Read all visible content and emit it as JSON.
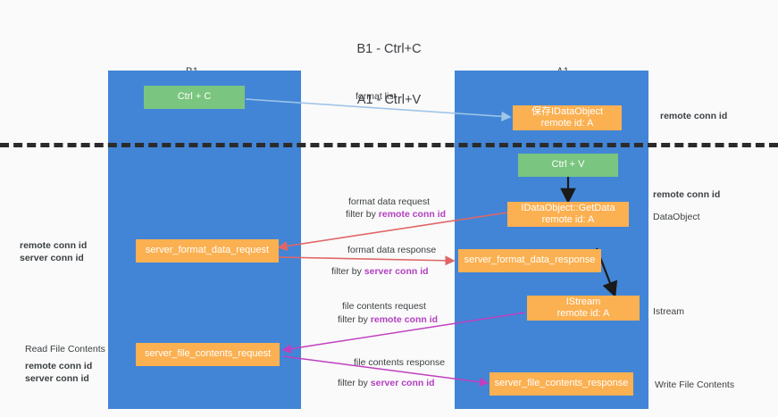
{
  "title": {
    "line1": "B1 - Ctrl+C",
    "line2": "A1 - Ctrl+V"
  },
  "columns": [
    {
      "name": "B1",
      "role": "connection"
    },
    {
      "name": "A1",
      "role": "remote"
    }
  ],
  "colors": {
    "lane": "#4285d6",
    "box_green": "#7ac57f",
    "box_orange": "#fbb051",
    "remote_conn_id": "#b23fc0",
    "server_conn_id": "#6aa84f",
    "arrow_blue": "#9fc5e8",
    "arrow_red": "#e06666",
    "arrow_magenta": "#c13fbf",
    "arrow_black": "#1a1a1a",
    "divider": "#2b2b2b",
    "background": "#fafafa"
  },
  "boxes": {
    "ctrl_c": "Ctrl + C",
    "ctrl_v": "Ctrl + V",
    "save_idataobject_l1": "保存IDataObject",
    "save_idataobject_l2": "remote id: A",
    "getdata_l1": "IDataObject::GetData",
    "getdata_l2": "remote id: A",
    "istream_l1": "IStream",
    "istream_l2": "remote id: A",
    "server_format_data_request": "server_format_data_request",
    "server_format_data_response": "server_format_data_response",
    "server_file_contents_request": "server_file_contents_request",
    "server_file_contents_response": "server_file_contents_response"
  },
  "edge_labels": {
    "format_list": "format list",
    "format_data_request": "format data request",
    "format_data_request_filter_prefix": "filter by ",
    "format_data_request_filter_key": "remote conn id",
    "format_data_response": "format data response",
    "format_data_response_filter_prefix": "filter by ",
    "format_data_response_filter_key": "server conn id",
    "file_contents_request": "file contents request",
    "file_contents_request_filter_prefix": "filter by ",
    "file_contents_request_filter_key": "remote conn id",
    "file_contents_response": "file contents response",
    "file_contents_response_filter_prefix": "filter by ",
    "file_contents_response_filter_key": "server conn id"
  },
  "right_annotations": {
    "remote_conn_id_top": "remote conn id",
    "remote_conn_id_mid": "remote conn id",
    "dataobject": "DataObject",
    "istream": "Istream",
    "write_file_contents": "Write File Contents"
  },
  "left_annotations": {
    "remote_conn_id_mid": "remote conn id",
    "server_conn_id_mid": "server conn id",
    "read_file_contents": "Read File Contents",
    "remote_conn_id_bottom": "remote conn id",
    "server_conn_id_bottom": "server conn id"
  }
}
